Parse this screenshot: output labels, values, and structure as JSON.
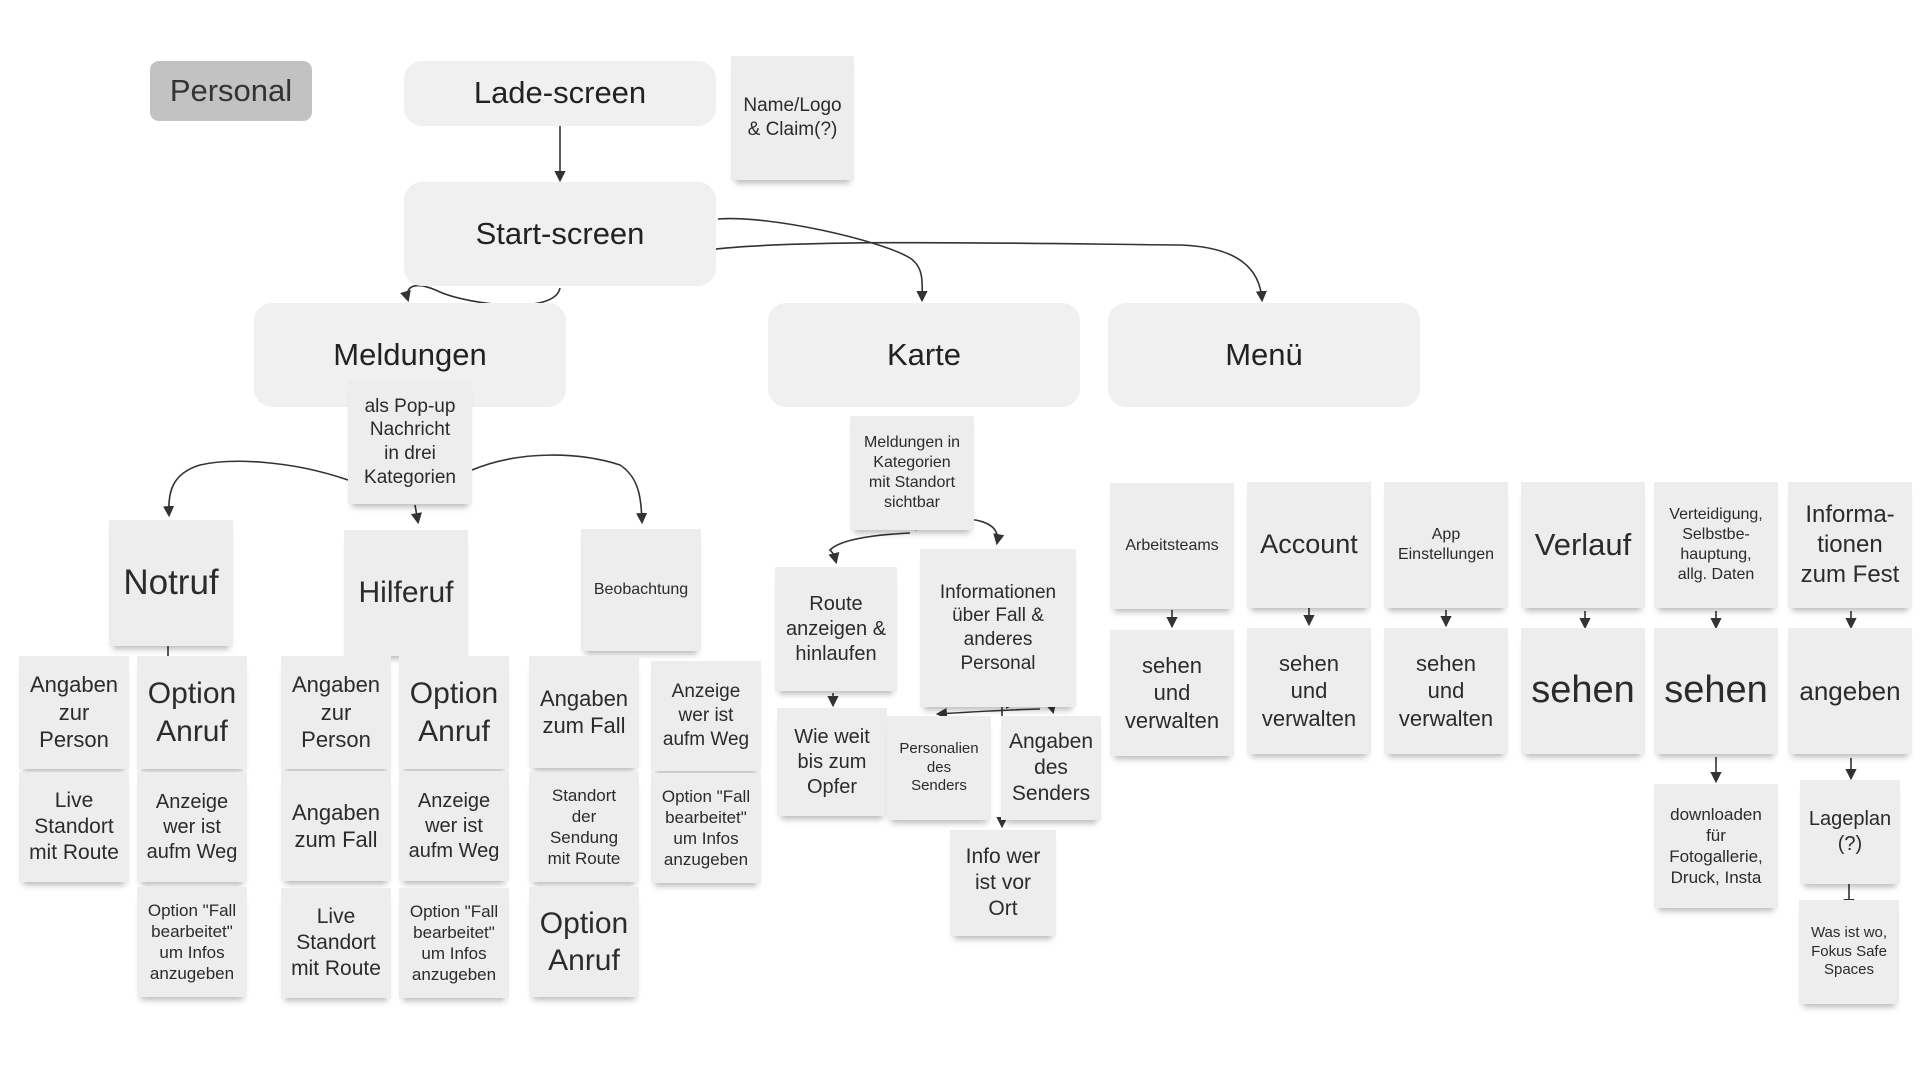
{
  "tag": "Personal",
  "screens": {
    "lade": "Lade-screen",
    "start": "Start-screen",
    "meldungen": "Meldungen",
    "karte": "Karte",
    "menu": "Menü"
  },
  "notes": {
    "name_logo": "Name/Logo\n& Claim(?)",
    "popup": "als Pop-up\nNachricht\nin drei\nKategorien",
    "notruf": "Notruf",
    "hilferuf": "Hilferuf",
    "beobachtung": "Beobachtung",
    "n_angaben_person": "Angaben\nzur\nPerson",
    "n_option_anruf": "Option\nAnruf",
    "n_live_standort": "Live\nStandort\nmit Route",
    "n_anzeige_weg": "Anzeige\nwer ist\naufm Weg",
    "n_fall_bearbeitet": "Option \"Fall\nbearbeitet\"\num Infos\nanzugeben",
    "h_angaben_person": "Angaben\nzur\nPerson",
    "h_option_anruf": "Option\nAnruf",
    "h_angaben_fall": "Angaben\nzum Fall",
    "h_anzeige_weg": "Anzeige\nwer ist\naufm Weg",
    "h_live_standort": "Live\nStandort\nmit Route",
    "h_fall_bearbeitet": "Option \"Fall\nbearbeitet\"\num Infos\nanzugeben",
    "b_angaben_fall": "Angaben\nzum Fall",
    "b_anzeige_weg": "Anzeige\nwer ist\naufm Weg",
    "b_standort_sendung": "Standort\nder\nSendung\nmit Route",
    "b_fall_bearbeitet": "Option \"Fall\nbearbeitet\"\num Infos\nanzugeben",
    "b_option_anruf": "Option\nAnruf",
    "k_meldungen": "Meldungen in\nKategorien\nmit Standort\nsichtbar",
    "k_route": "Route\nanzeigen &\nhinlaufen",
    "k_informationen": "Informationen\nüber Fall &\nanderes\nPersonal",
    "k_wie_weit": "Wie weit\nbis zum\nOpfer",
    "k_personalien": "Personalien\ndes\nSenders",
    "k_angaben_senders": "Angaben\ndes\nSenders",
    "k_info_vor_ort": "Info wer\nist vor\nOrt",
    "m_arbeitsteams": "Arbeitsteams",
    "m_account": "Account",
    "m_app": "App\nEinstellungen",
    "m_verlauf": "Verlauf",
    "m_verteidigung": "Verteidigung,\nSelbstbe-\nhauptung,\nallg. Daten",
    "m_informationen": "Informa-\ntionen\nzum Fest",
    "m_sehen_verwalten_1": "sehen\nund\nverwalten",
    "m_sehen_verwalten_2": "sehen\nund\nverwalten",
    "m_sehen_verwalten_3": "sehen\nund\nverwalten",
    "m_sehen_1": "sehen",
    "m_sehen_2": "sehen",
    "m_angeben": "angeben",
    "m_downloaden": "downloaden\nfür\nFotogallerie,\nDruck, Insta",
    "m_lageplan": "Lageplan\n(?)",
    "m_was_ist_wo": "Was ist wo,\nFokus Safe\nSpaces"
  }
}
